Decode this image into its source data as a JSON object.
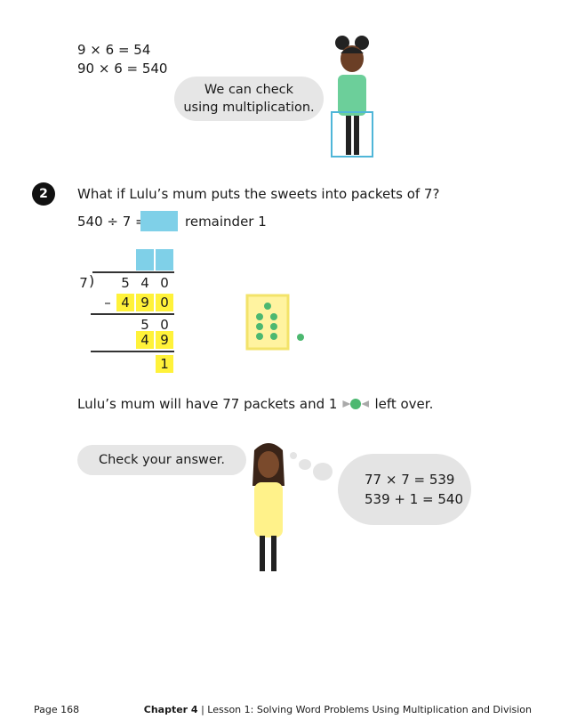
{
  "top": {
    "eq1": "9 × 6 = 54",
    "eq2": "90 × 6 = 540",
    "bubble": [
      "We can check",
      "using multiplication."
    ]
  },
  "q2": {
    "number": "2",
    "question": "What if Lulu’s mum puts the sweets into packets of 7?",
    "eq_left": "540 ÷ 7 =",
    "eq_right": "remainder 1"
  },
  "division": {
    "divisor": "7",
    "dividend": [
      "5",
      "4",
      "0"
    ],
    "minus": "–",
    "sub1": [
      "4",
      "9",
      "0"
    ],
    "rem1": [
      "5",
      "0"
    ],
    "sub2": [
      "4",
      "9"
    ],
    "remainder": "1"
  },
  "conclusion": {
    "before": "Lulu’s mum will have 77 packets and 1",
    "after": "left over."
  },
  "bottom": {
    "bubble": "Check your answer.",
    "thought": [
      "77 × 7 = 539",
      "539 + 1 = 540"
    ]
  },
  "footer": {
    "page": "Page 168",
    "chapter": "Chapter 4",
    "lesson": "Lesson 1: Solving Word Problems Using Multiplication and Division"
  }
}
